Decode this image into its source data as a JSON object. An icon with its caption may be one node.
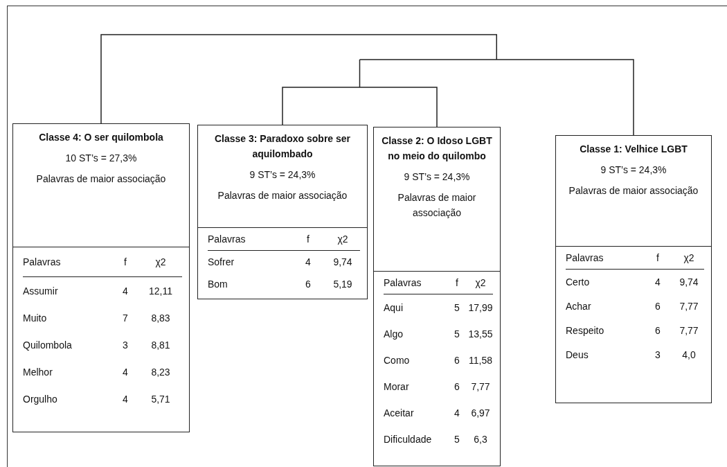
{
  "diagram": {
    "nodes": [
      {
        "text": [
          "Classe 4: O ser quilombola",
          "10 ST’s = 27,3%",
          "Palavras de maior associação",
          "Palavras",
          "f",
          "χ2",
          "Assumir",
          "4",
          "12,11",
          "Muito",
          "7",
          "8,83",
          "Quilombola",
          "3",
          "8,81",
          "Melhor",
          "4",
          "8,23",
          "Orgulho",
          "4",
          "5,71"
        ]
      },
      {
        "text": [
          "Classe 3: Paradoxo sobre ser aquilombado",
          "9 ST’s = 24,3%",
          "Palavras de maior associação",
          "Palavras",
          "f",
          "χ2",
          "Sofrer",
          "4",
          "9,74",
          "Bom",
          "6",
          "5,19"
        ]
      },
      {
        "text": [
          "Classe 2: O Idoso LGBT no meio do quilombo",
          "9 ST’s = 24,3%",
          "Palavras de maior associação",
          "Palavras",
          "f",
          "χ2",
          "Aqui",
          "5",
          "17,99",
          "Algo",
          "5",
          "13,55",
          "Como",
          "6",
          "11,58",
          "Morar",
          "6",
          "7,77",
          "Aceitar",
          "4",
          "6,97",
          "Dificuldade",
          "5",
          "6,3"
        ]
      },
      {
        "text": [
          "Classe 1: Velhice LGBT",
          "9 ST’s = 24,3%",
          "Palavras de maior associação",
          "Palavras",
          "f",
          "χ2",
          "Certo",
          "4",
          "9,74",
          "Achar",
          "6",
          "7,77",
          "Respeito",
          "6",
          "7,77",
          "Deus",
          "3",
          "4,0"
        ]
      }
    ]
  }
}
